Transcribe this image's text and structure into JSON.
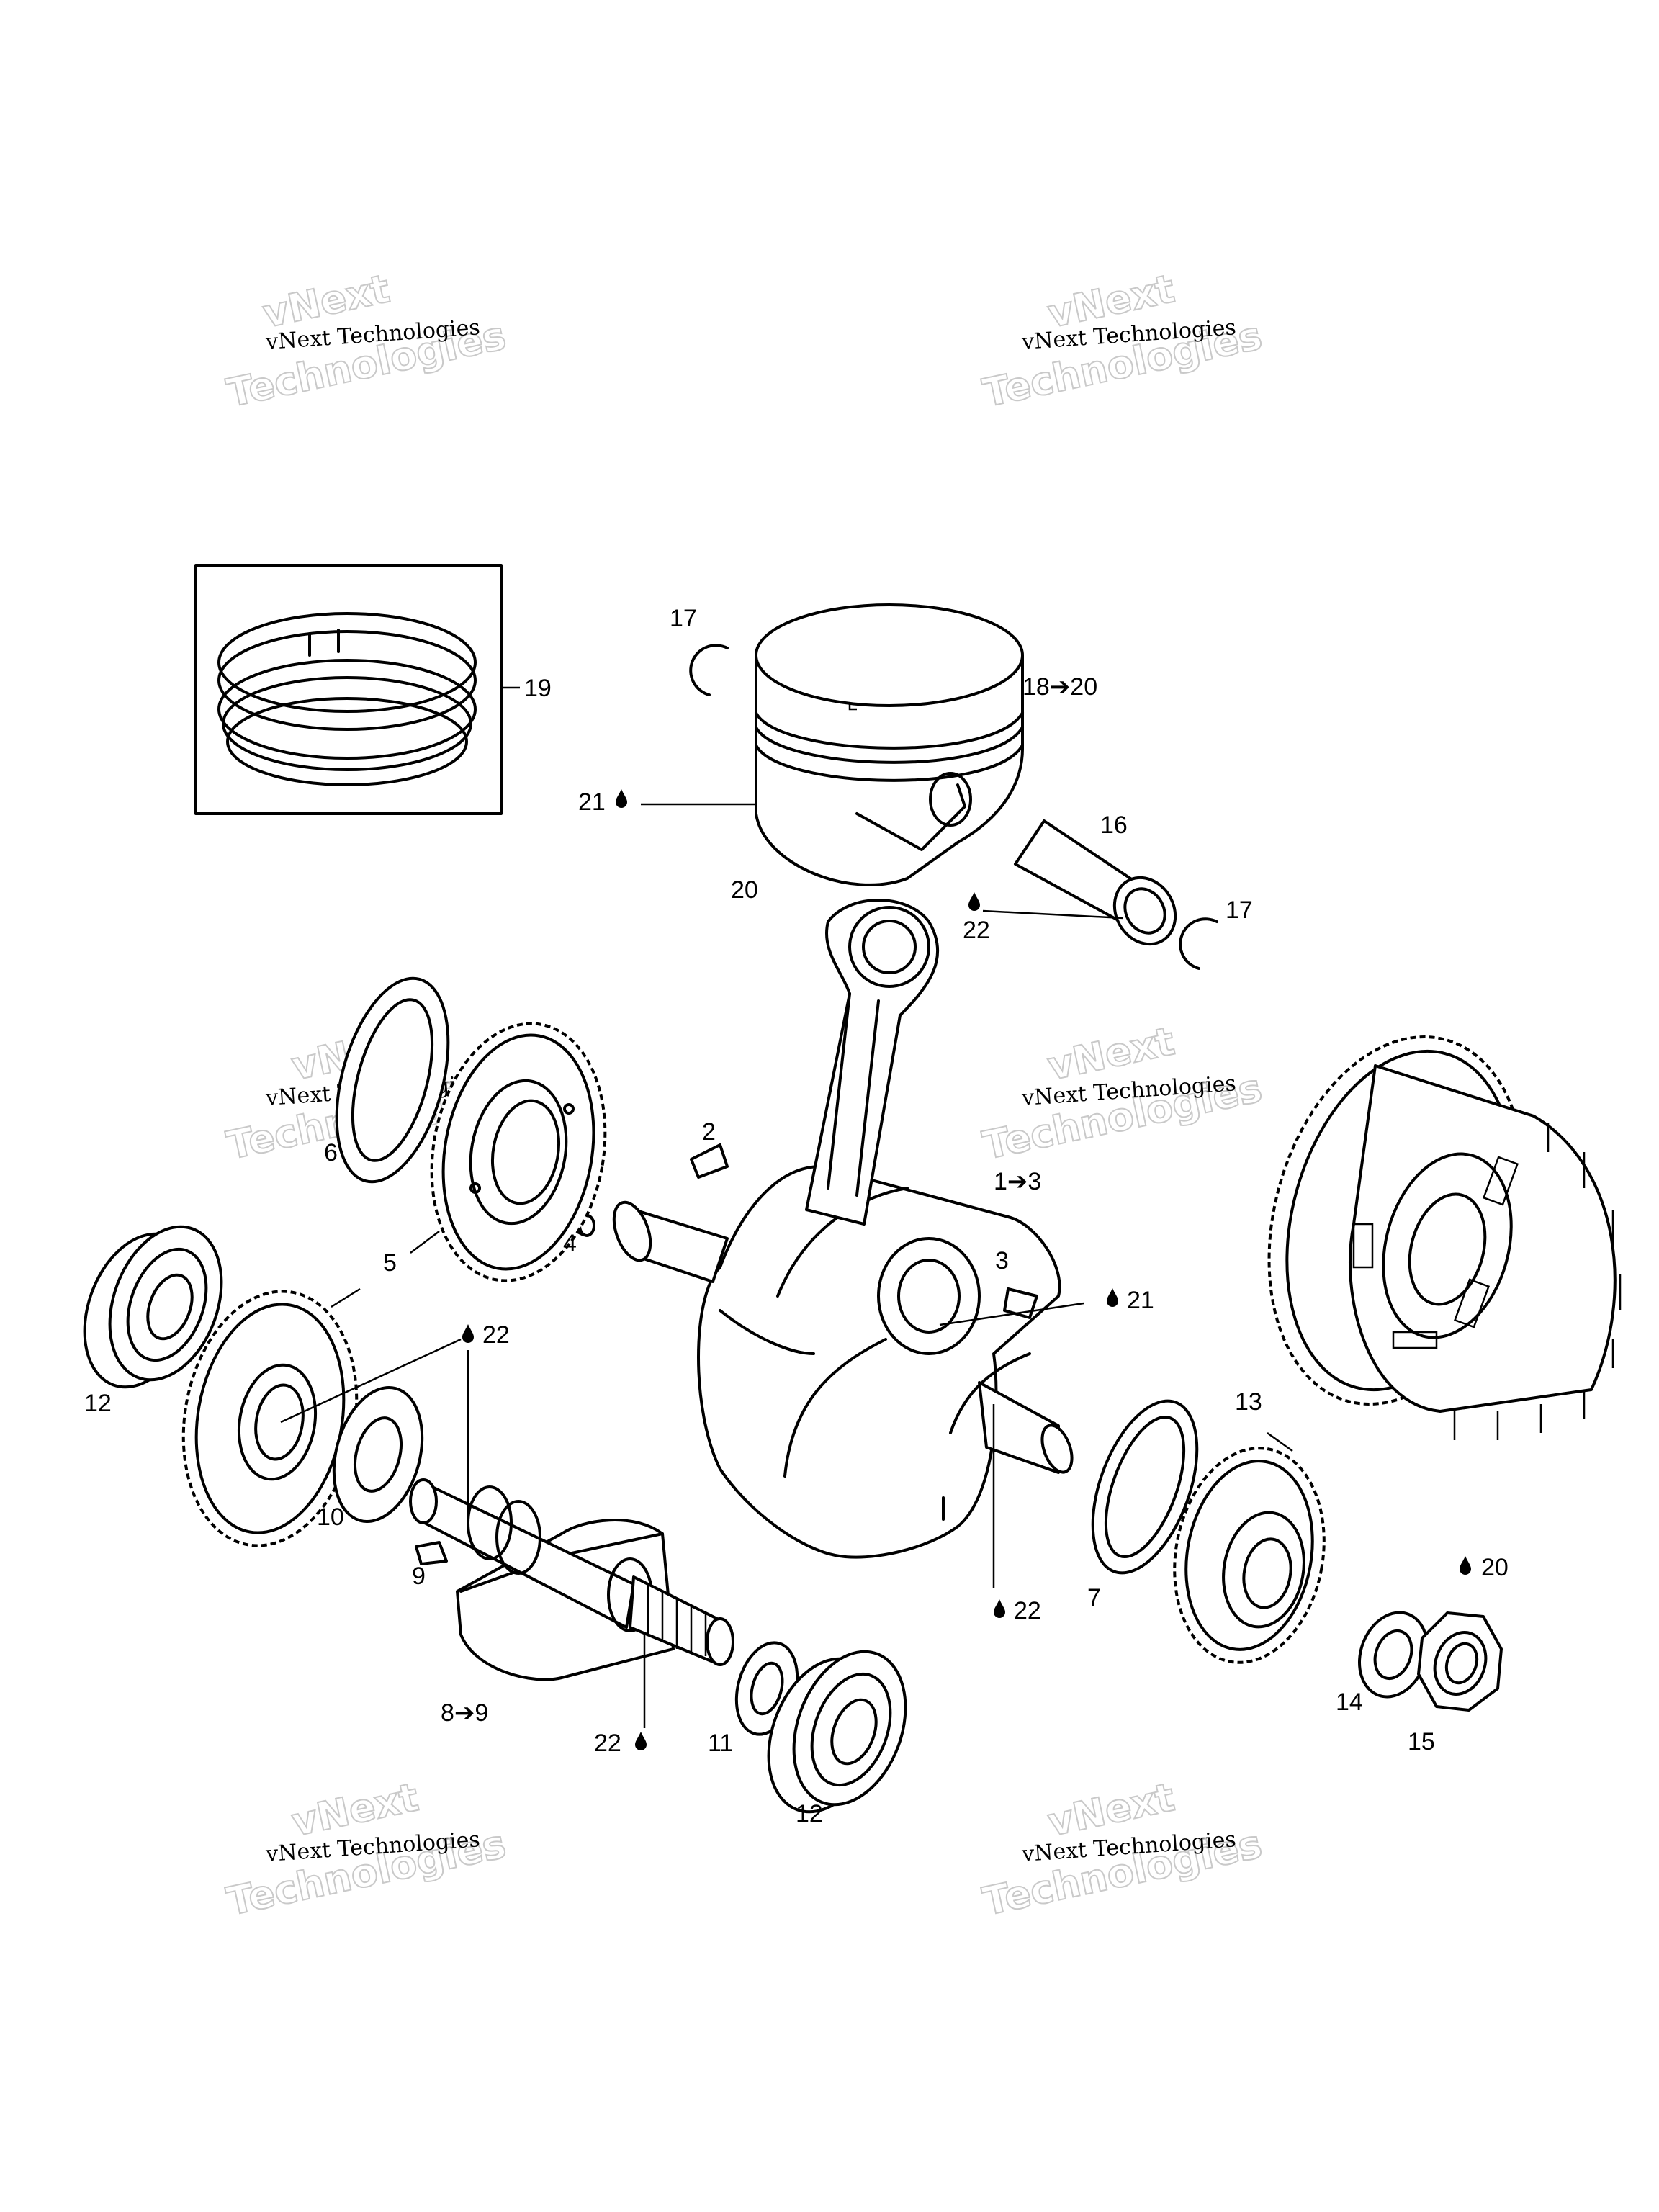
{
  "watermark": {
    "small": "vNext Technologies",
    "big_line1": "vNext",
    "big_line2": "Technologies"
  },
  "callouts": {
    "c1_3": "1➔3",
    "c2": "2",
    "c3": "3",
    "c4": "4",
    "c5": "5",
    "c6": "6",
    "c7": "7",
    "c8_9": "8➔9",
    "c9": "9",
    "c10": "10",
    "c11": "11",
    "c12_left": "12",
    "c12_bottom": "12",
    "c13": "13",
    "c14": "14",
    "c15": "15",
    "c16": "16",
    "c17_top": "17",
    "c17_right": "17",
    "c18_20": "18➔20",
    "c19": "19",
    "c20_piston": "20",
    "c20_nut": "20",
    "c21_piston": "21",
    "c21_crank": "21",
    "c22_pin": "22",
    "c22_gear": "22",
    "c22_crank": "22",
    "c22_shaft": "22"
  },
  "icons": {
    "lubricant": "oil-drop-icon"
  }
}
